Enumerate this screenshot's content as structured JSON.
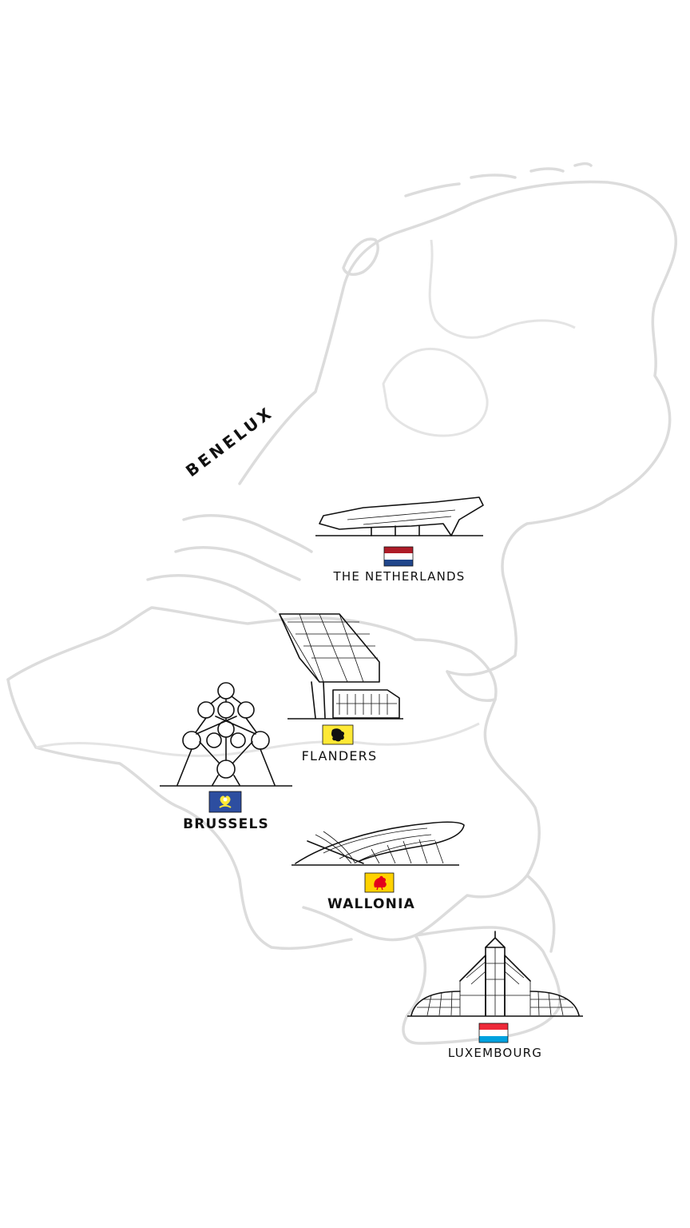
{
  "map": {
    "title": "BENELUX",
    "regions": [
      {
        "id": "netherlands",
        "label": "THE NETHERLANDS",
        "flag": "netherlands-flag",
        "landmark": "port-house-like-ferry-terminal-icon"
      },
      {
        "id": "flanders",
        "label": "FLANDERS",
        "flag": "flanders-lion-flag",
        "landmark": "antwerp-port-house-icon"
      },
      {
        "id": "brussels",
        "label": "BRUSSELS",
        "flag": "brussels-iris-flag",
        "landmark": "atomium-icon"
      },
      {
        "id": "wallonia",
        "label": "WALLONIA",
        "flag": "wallonia-rooster-flag",
        "landmark": "liege-guillemins-station-icon"
      },
      {
        "id": "luxembourg",
        "label": "LUXEMBOURG",
        "flag": "luxembourg-flag",
        "landmark": "mudam-museum-icon"
      }
    ]
  },
  "colors": {
    "background": "#ffffff",
    "borders": "#dcdcdc",
    "ink": "#111111",
    "nl_red": "#ae1c28",
    "nl_blue": "#21468b",
    "lux_blue": "#00a1de",
    "flanders_yellow": "#ffe936",
    "brussels_blue": "#2d4ea0",
    "wallonia_yellow": "#ffd200",
    "wallonia_red": "#e3001b"
  }
}
